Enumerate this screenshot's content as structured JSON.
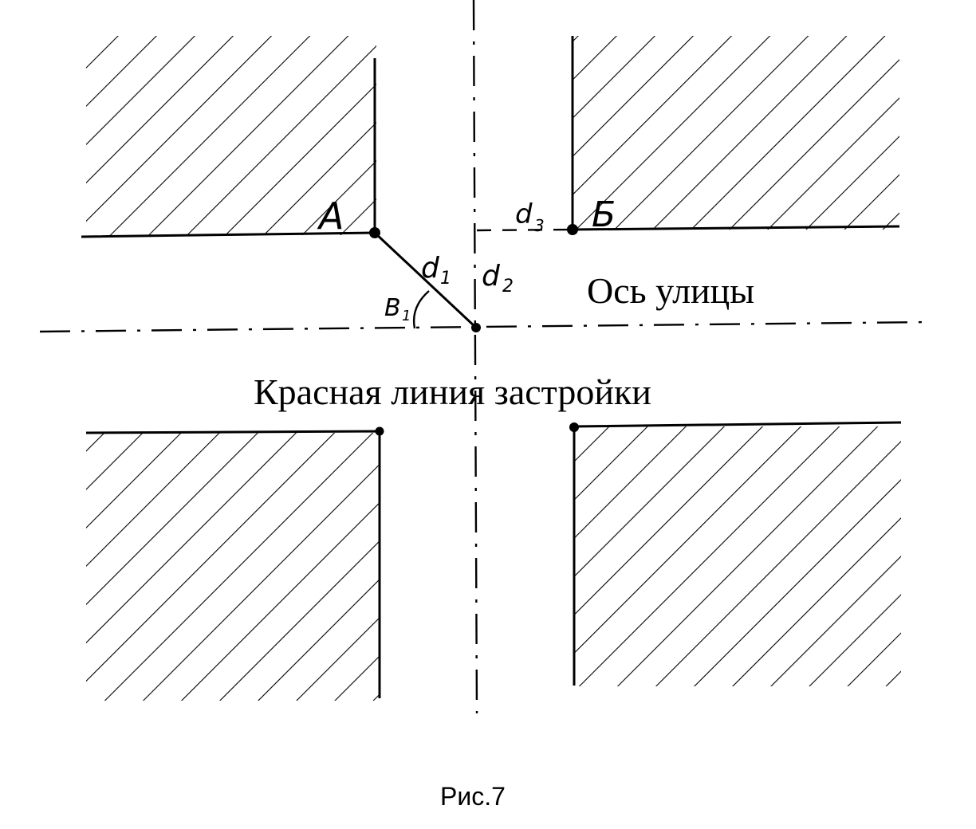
{
  "labels": {
    "point_a": "А",
    "point_b": "Б",
    "d1": "d",
    "d1_sub": "1",
    "d2": "d",
    "d2_sub": "2",
    "d3": "d",
    "d3_sub": "3",
    "angle": "B",
    "angle_sub": "1",
    "street_axis": "Ось улицы",
    "red_line": "Красная линия застройки",
    "caption": "Рис.7"
  },
  "colors": {
    "ink": "#000000",
    "paper": "#ffffff"
  }
}
